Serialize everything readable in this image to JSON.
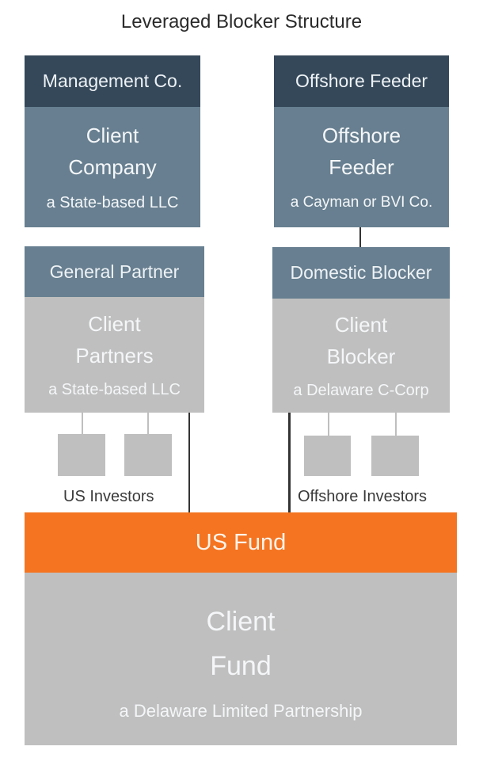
{
  "title": "Leveraged Blocker Structure",
  "colors": {
    "header_dark": "#34485a",
    "slate": "#677f90",
    "grey": "#bfbfbf",
    "orange": "#f47421",
    "connector": "#333333"
  },
  "entities": {
    "management": {
      "header": "Management Co.",
      "name_line1": "Client",
      "name_line2": "Company",
      "type": "a State-based LLC"
    },
    "offshore_feeder": {
      "header": "Offshore Feeder",
      "name_line1": "Offshore",
      "name_line2": "Feeder",
      "type": "a Cayman or BVI Co."
    },
    "general_partner": {
      "header": "General Partner",
      "name_line1": "Client",
      "name_line2": "Partners",
      "type": "a State-based LLC"
    },
    "domestic_blocker": {
      "header": "Domestic Blocker",
      "name_line1": "Client",
      "name_line2": "Blocker",
      "type": "a Delaware C-Corp"
    },
    "fund": {
      "header": "US Fund",
      "name_line1": "Client",
      "name_line2": "Fund",
      "type": "a Delaware Limited Partnership"
    }
  },
  "investor_labels": {
    "us": "US Investors",
    "offshore": "Offshore Investors"
  }
}
